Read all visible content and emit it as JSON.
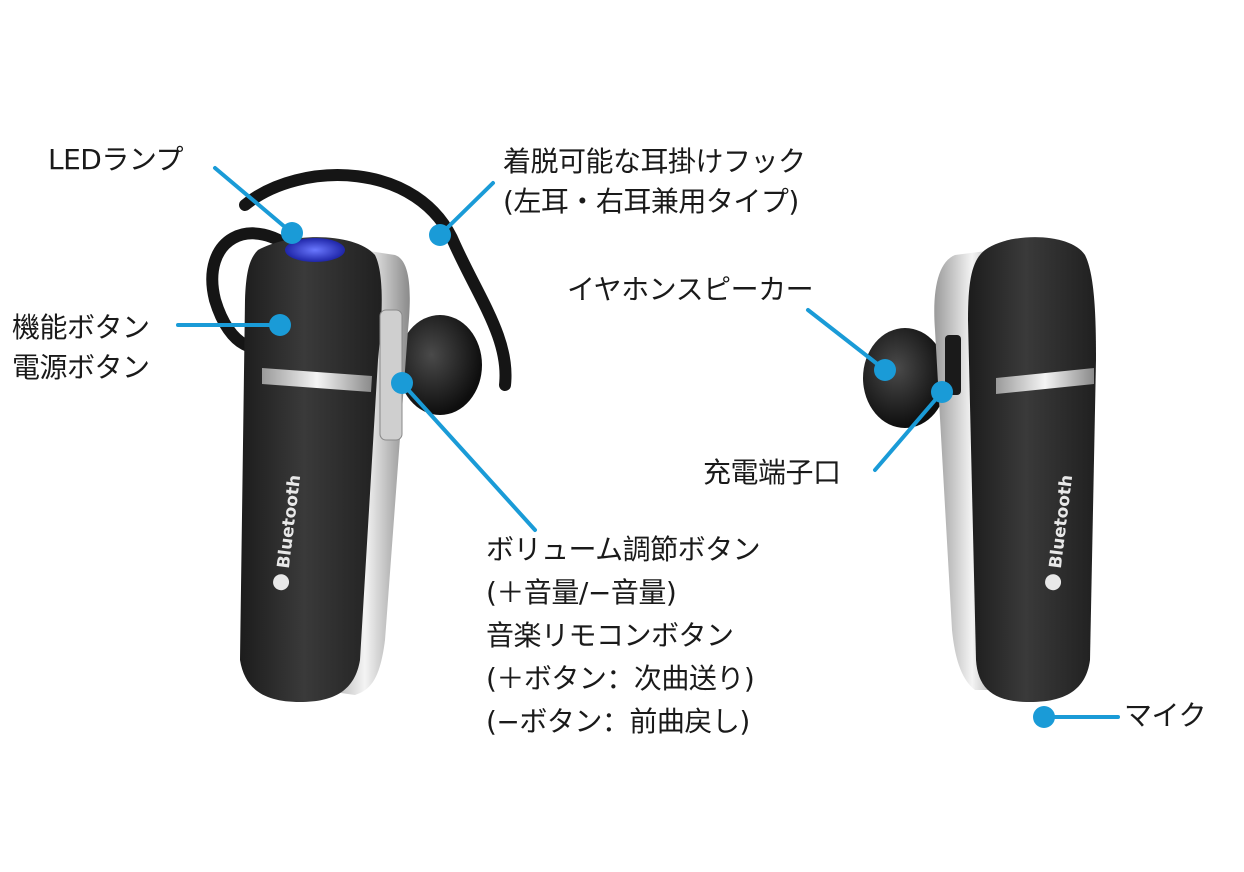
{
  "brand": "Bluetooth",
  "colors": {
    "accent": "#1a9bd7",
    "body": "#2e2e2e",
    "chrome": "#d8d8d8",
    "led": "#2f3bd6",
    "text": "#1a1a1a"
  },
  "labels": {
    "led": [
      "LEDランプ"
    ],
    "hook": [
      "着脱可能な耳掛けフック",
      "(左耳・右耳兼用タイプ)"
    ],
    "function_button": [
      "機能ボタン",
      "電源ボタン"
    ],
    "volume": [
      "ボリューム調節ボタン",
      "(＋音量/−音量)",
      "音楽リモコンボタン",
      "(＋ボタン：次曲送り)",
      "(−ボタン：前曲戻し)"
    ],
    "speaker": [
      "イヤホンスピーカー"
    ],
    "charging_port": [
      "充電端子口"
    ],
    "mic": [
      "マイク"
    ]
  }
}
